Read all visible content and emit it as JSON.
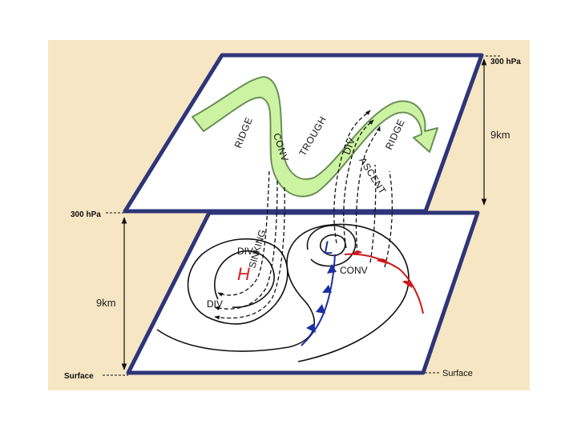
{
  "levels": {
    "upper_right_pressure": "300 hPa",
    "lower_left_pressure": "300 hPa",
    "upper_thickness": "9km",
    "lower_thickness": "9km",
    "surface_left": "Surface",
    "surface_right": "Surface"
  },
  "upper_plane": {
    "ridge_left": "RIDGE",
    "trough": "TROUGH",
    "ridge_right": "RIDGE",
    "conv": "CONV",
    "div": "DIV",
    "ascent": "ASCENT"
  },
  "lower_plane": {
    "div_top": "DIV",
    "div_bottom": "DIV",
    "sinking": "SINKING",
    "high": "H",
    "low": "L",
    "conv": "CONV"
  },
  "colors": {
    "background": "#f7e6c4",
    "plane_border": "#2e3579",
    "jet_fill": "#ccf3a2",
    "jet_stroke": "#6a8f55",
    "high": "#d62020",
    "low": "#1a2fa0",
    "cold_front": "#1a2fa0",
    "warm_front": "#cc1a1a"
  }
}
